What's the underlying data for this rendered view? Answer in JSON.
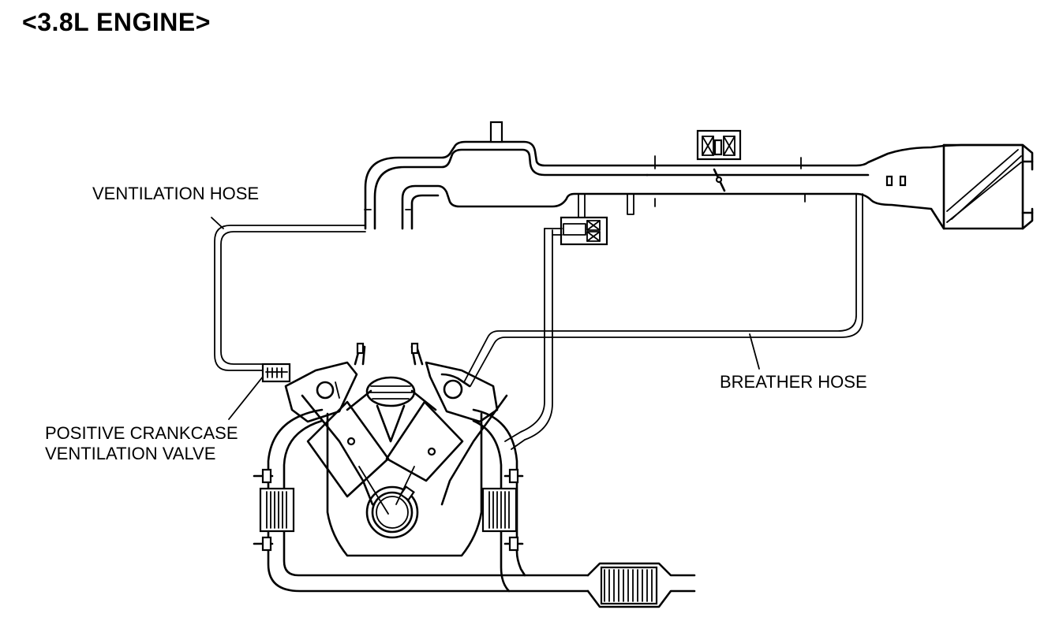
{
  "title": "<3.8L ENGINE>",
  "labels": {
    "ventilation_hose": "VENTILATION HOSE",
    "breather_hose": "BREATHER HOSE",
    "pcv_line1": "POSITIVE CRANKCASE",
    "pcv_line2": "VENTILATION VALVE"
  }
}
